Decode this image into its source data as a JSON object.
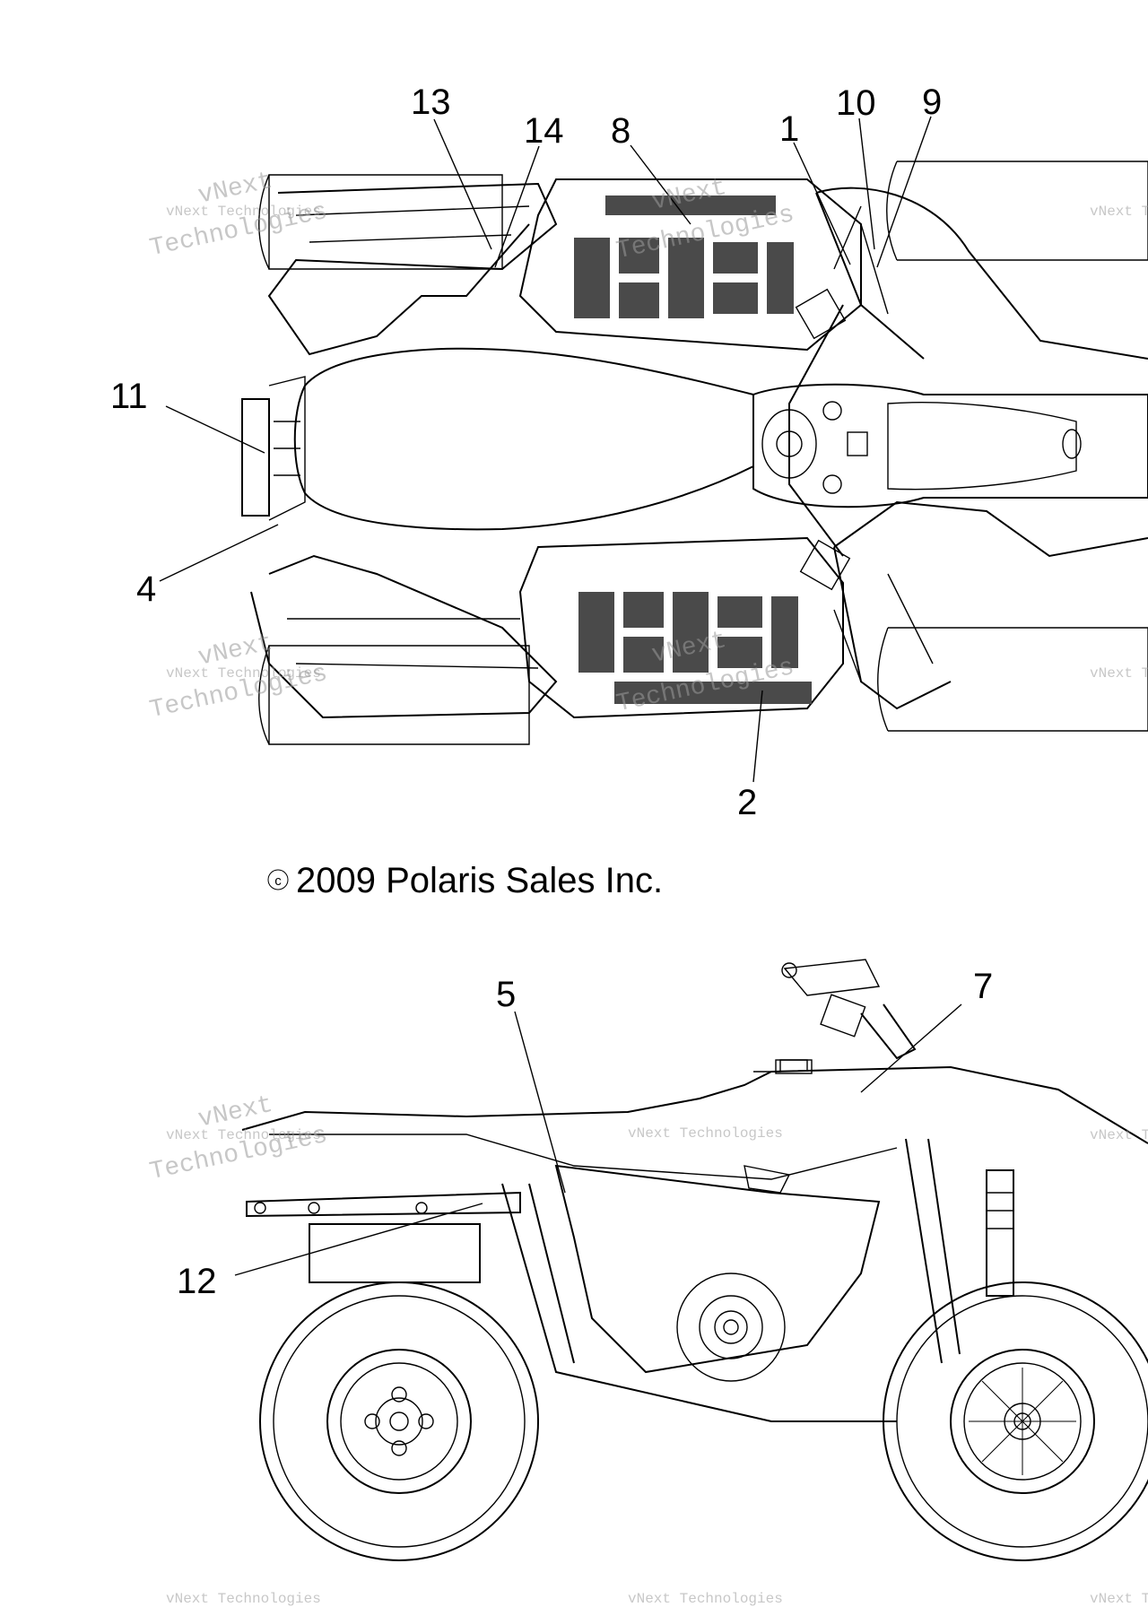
{
  "diagram": {
    "callouts": [
      {
        "id": "c13",
        "label": "13"
      },
      {
        "id": "c14",
        "label": "14"
      },
      {
        "id": "c8",
        "label": "8"
      },
      {
        "id": "c1",
        "label": "1"
      },
      {
        "id": "c10",
        "label": "10"
      },
      {
        "id": "c9",
        "label": "9"
      },
      {
        "id": "c11",
        "label": "11"
      },
      {
        "id": "c4",
        "label": "4"
      },
      {
        "id": "c2",
        "label": "2"
      },
      {
        "id": "c5",
        "label": "5"
      },
      {
        "id": "c7",
        "label": "7"
      },
      {
        "id": "c12",
        "label": "12"
      }
    ],
    "copyright_symbol": "c",
    "copyright_text": "2009 Polaris Sales Inc.",
    "watermark_line1": "vNext Technologies",
    "watermark_line2": "Technologies",
    "watermark_over": "vNext"
  }
}
